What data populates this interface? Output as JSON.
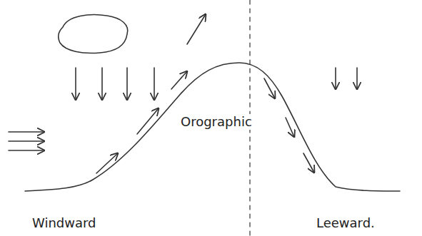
{
  "diagram": {
    "labels": [
      "Windward",
      "Orographic",
      "Leeward."
    ]
  }
}
